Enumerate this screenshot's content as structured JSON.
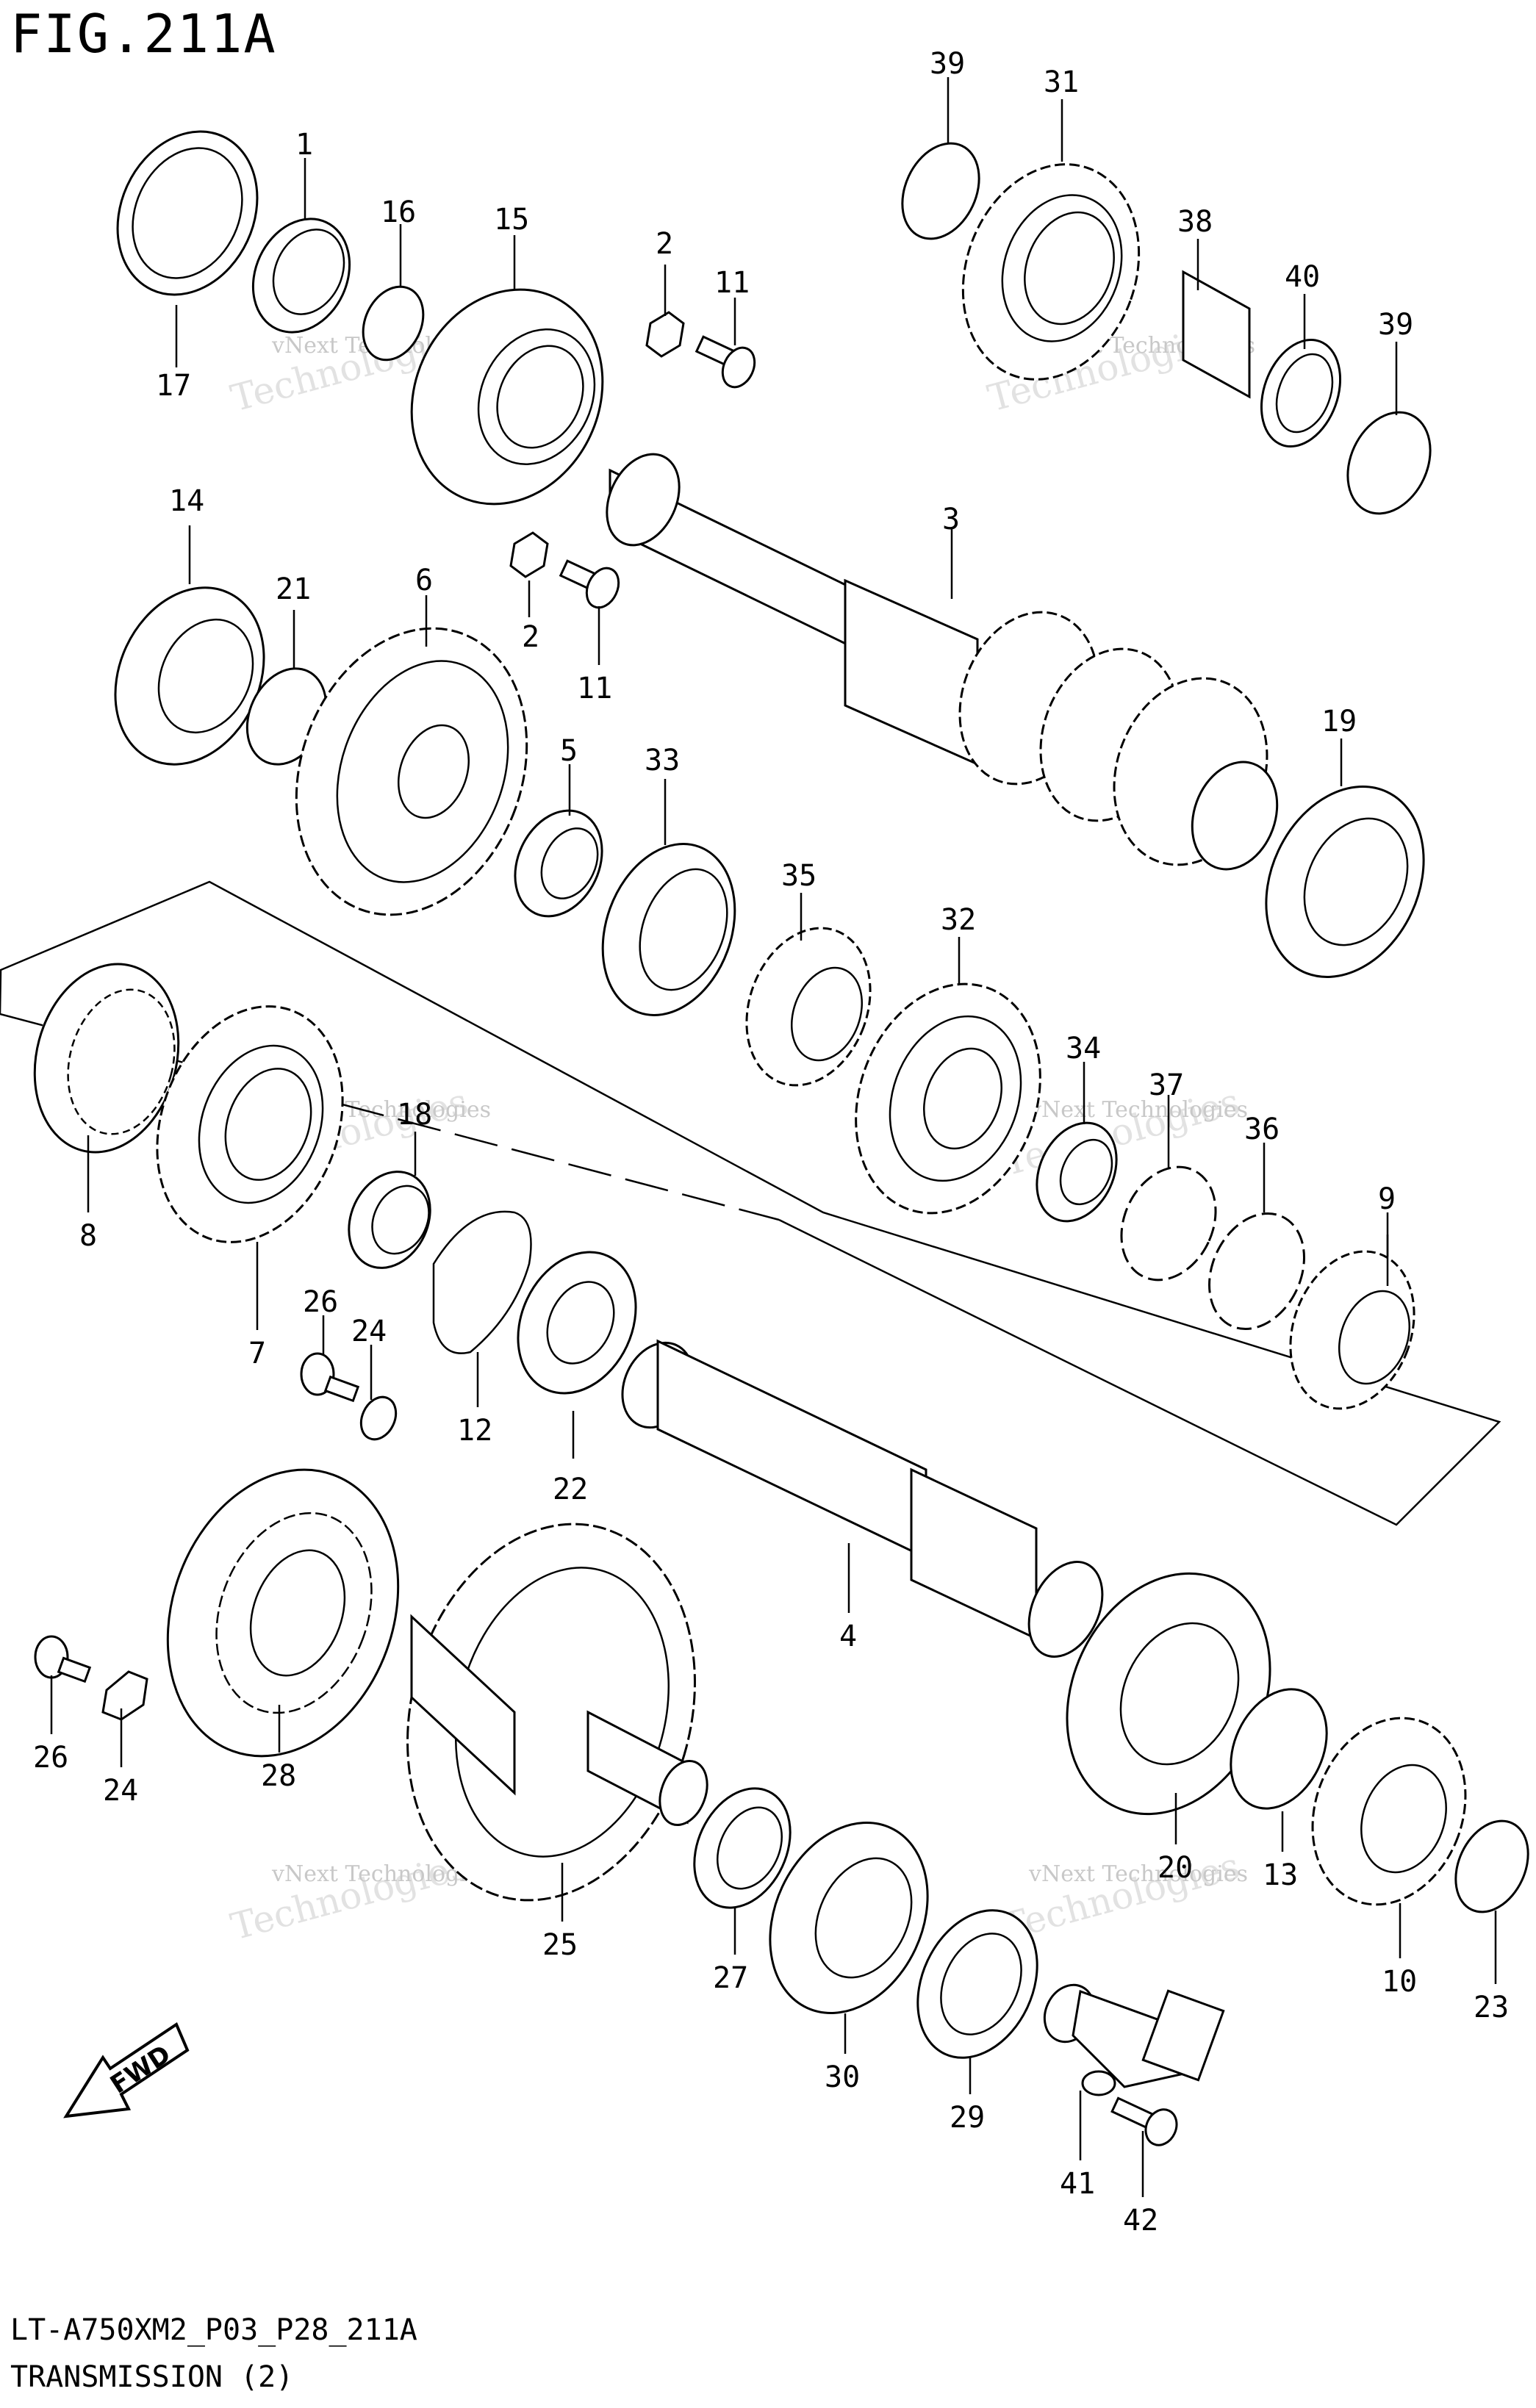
{
  "figure": {
    "title": "FIG.211A",
    "code": "LT-A750XM2_P03_P28_211A",
    "caption": "TRANSMISSION (2)"
  },
  "watermark": {
    "line1": "vNext Technologies",
    "line2": "Technologies",
    "line3": "vNext"
  },
  "fwd_label": "FWD",
  "callouts": [
    {
      "id": "c39a",
      "text": "39"
    },
    {
      "id": "c31",
      "text": "31"
    },
    {
      "id": "c1",
      "text": "1"
    },
    {
      "id": "c16",
      "text": "16"
    },
    {
      "id": "c15",
      "text": "15"
    },
    {
      "id": "c2a",
      "text": "2"
    },
    {
      "id": "c11a",
      "text": "11"
    },
    {
      "id": "c38",
      "text": "38"
    },
    {
      "id": "c40",
      "text": "40"
    },
    {
      "id": "c39b",
      "text": "39"
    },
    {
      "id": "c17",
      "text": "17"
    },
    {
      "id": "c14",
      "text": "14"
    },
    {
      "id": "c21",
      "text": "21"
    },
    {
      "id": "c6",
      "text": "6"
    },
    {
      "id": "c3",
      "text": "3"
    },
    {
      "id": "c2b",
      "text": "2"
    },
    {
      "id": "c11b",
      "text": "11"
    },
    {
      "id": "c5",
      "text": "5"
    },
    {
      "id": "c33",
      "text": "33"
    },
    {
      "id": "c19",
      "text": "19"
    },
    {
      "id": "c35",
      "text": "35"
    },
    {
      "id": "c32",
      "text": "32"
    },
    {
      "id": "c34",
      "text": "34"
    },
    {
      "id": "c37",
      "text": "37"
    },
    {
      "id": "c36",
      "text": "36"
    },
    {
      "id": "c18",
      "text": "18"
    },
    {
      "id": "c8",
      "text": "8"
    },
    {
      "id": "c7",
      "text": "7"
    },
    {
      "id": "c26a",
      "text": "26"
    },
    {
      "id": "c24a",
      "text": "24"
    },
    {
      "id": "c12",
      "text": "12"
    },
    {
      "id": "c22",
      "text": "22"
    },
    {
      "id": "c9",
      "text": "9"
    },
    {
      "id": "c4",
      "text": "4"
    },
    {
      "id": "c28",
      "text": "28"
    },
    {
      "id": "c26b",
      "text": "26"
    },
    {
      "id": "c24b",
      "text": "24"
    },
    {
      "id": "c25",
      "text": "25"
    },
    {
      "id": "c27",
      "text": "27"
    },
    {
      "id": "c30",
      "text": "30"
    },
    {
      "id": "c29",
      "text": "29"
    },
    {
      "id": "c20",
      "text": "20"
    },
    {
      "id": "c13",
      "text": "13"
    },
    {
      "id": "c10",
      "text": "10"
    },
    {
      "id": "c23",
      "text": "23"
    },
    {
      "id": "c41",
      "text": "41"
    },
    {
      "id": "c42",
      "text": "42"
    }
  ]
}
